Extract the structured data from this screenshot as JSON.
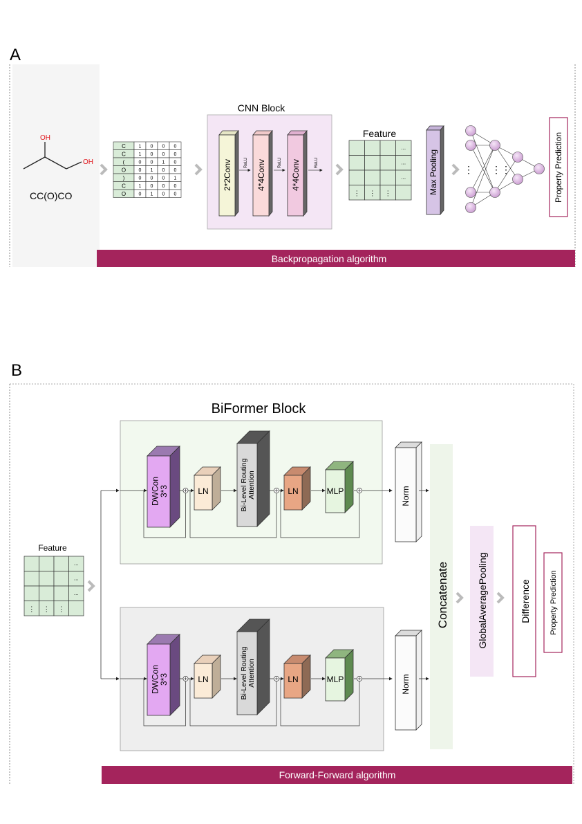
{
  "panel_a": {
    "letter": "A",
    "molecule": {
      "oh_top": "OH",
      "oh_right": "OH",
      "smiles": "CC(O)CO"
    },
    "onehot": {
      "rows": [
        {
          "char": "C",
          "bits": [
            "1",
            "0",
            "0",
            "0"
          ]
        },
        {
          "char": "C",
          "bits": [
            "1",
            "0",
            "0",
            "0"
          ]
        },
        {
          "char": "(",
          "bits": [
            "0",
            "0",
            "1",
            "0"
          ]
        },
        {
          "char": "O",
          "bits": [
            "0",
            "1",
            "0",
            "0"
          ]
        },
        {
          "char": ")",
          "bits": [
            "0",
            "0",
            "0",
            "1"
          ]
        },
        {
          "char": "C",
          "bits": [
            "1",
            "0",
            "0",
            "0"
          ]
        },
        {
          "char": "O",
          "bits": [
            "0",
            "1",
            "0",
            "0"
          ]
        }
      ]
    },
    "cnn_block": {
      "title": "CNN Block",
      "layers": [
        "2*2Conv",
        "4*4Conv",
        "4*4Conv"
      ],
      "activation": "ReLU"
    },
    "feature_label": "Feature",
    "feature_dots": "...",
    "feature_vdots": "⋮",
    "max_pooling": "Max Pooling",
    "nn_dots": "⋮",
    "property_prediction": "Property Prediction",
    "bar": "Backpropagation algorithm"
  },
  "panel_b": {
    "letter": "B",
    "biformer_title": "BiFormer Block",
    "feature_label": "Feature",
    "dwconv": "DWCon\n3*3",
    "ln": "LN",
    "attention": "Bi-Level Routing\nAttention",
    "mlp": "MLP",
    "norm": "Norm",
    "plus": "+",
    "concatenate": "Concatenate",
    "gap": "GlobalAveragePooling",
    "difference": "Difference",
    "property_prediction": "Property Prediction",
    "bar": "Forward-Forward algorithm"
  },
  "colors": {
    "bar": "#a4245c",
    "cnn_bg": "#f4e6f5",
    "mol_bg": "#f5f5f5",
    "green_grid": "#d9ecd8",
    "oh_red": "#e0151b",
    "pred_border": "#a4245c",
    "node": "#e2bde6"
  }
}
